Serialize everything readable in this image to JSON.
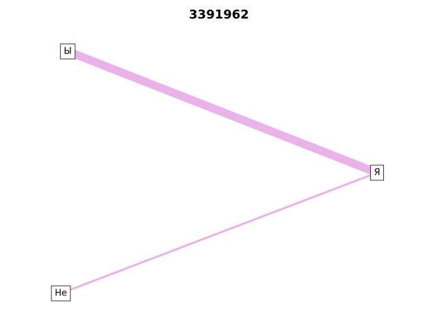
{
  "figure": {
    "title": "3391962"
  },
  "graph": {
    "nodes": [
      {
        "id": "ы",
        "label": "Ы"
      },
      {
        "id": "я",
        "label": "Я"
      },
      {
        "id": "не",
        "label": "Не"
      }
    ],
    "edges": [
      {
        "source": "ы",
        "target": "я",
        "weight": 3
      },
      {
        "source": "не",
        "target": "я",
        "weight": 1
      }
    ],
    "edge_color": "#e9b3ea",
    "node_border_color": "#333333",
    "node_fill_color": "#ffffff"
  }
}
